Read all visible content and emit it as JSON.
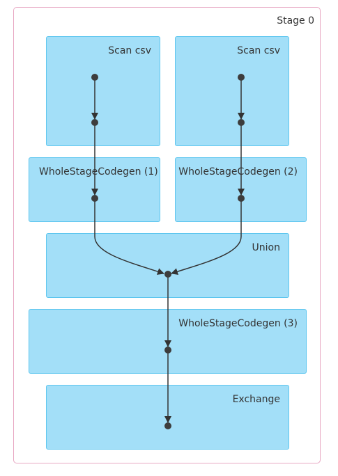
{
  "stage": {
    "label": "Stage 0"
  },
  "nodes": {
    "scan_csv_1": {
      "label": "Scan csv"
    },
    "scan_csv_2": {
      "label": "Scan csv"
    },
    "wsc_1": {
      "label": "WholeStageCodegen (1)"
    },
    "wsc_2": {
      "label": "WholeStageCodegen (2)"
    },
    "union": {
      "label": "Union"
    },
    "wsc_3": {
      "label": "WholeStageCodegen (3)"
    },
    "exchange": {
      "label": "Exchange"
    }
  },
  "colors": {
    "node_fill": "#a3dff8",
    "node_border": "#5ec6ef",
    "stage_border": "#e8a8c3",
    "edge": "#333333",
    "dot": "#3d3d3d"
  }
}
